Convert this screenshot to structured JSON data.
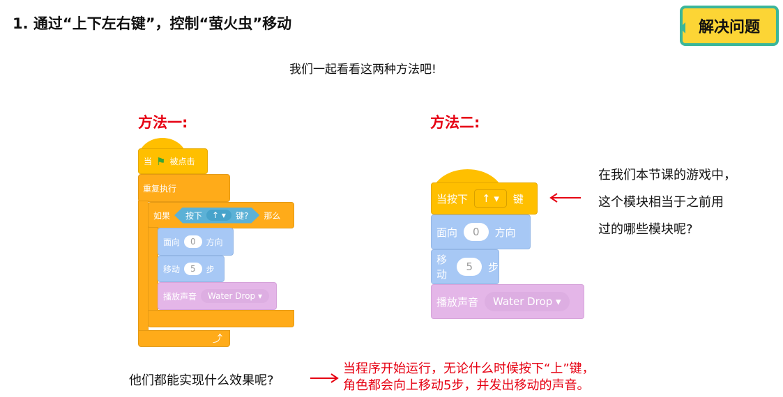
{
  "header": {
    "title": "1. 通过“上下左右键”，控制“萤火虫”移动",
    "solve_button": "解决问题"
  },
  "subtitle": "我们一起看看这两种方法吧!",
  "method1": {
    "label": "方法一:",
    "when_flag": {
      "pre": "当",
      "post": "被点击"
    },
    "forever": "重复执行",
    "if": {
      "pre": "如果",
      "sensing_pre": "按下",
      "key": "↑ ▾",
      "sensing_post": "键?",
      "post": "那么"
    },
    "point": {
      "pre": "面向",
      "value": "0",
      "post": "方向"
    },
    "move": {
      "pre": "移动",
      "value": "5",
      "post": "步"
    },
    "sound": {
      "pre": "播放声音",
      "value": "Water Drop ▾"
    },
    "loop_arrow": "⤴"
  },
  "method2": {
    "label": "方法二:",
    "when_key": {
      "pre": "当按下",
      "key": "↑ ▾",
      "post": "键"
    },
    "point": {
      "pre": "面向",
      "value": "0",
      "post": "方向"
    },
    "move": {
      "pre": "移动",
      "value": "5",
      "post": "步"
    },
    "sound": {
      "pre": "播放声音",
      "value": "Water Drop ▾"
    }
  },
  "note": [
    "在我们本节课的游戏中，",
    "这个模块相当于之前用",
    "过的哪些模块呢?"
  ],
  "question": "他们都能实现什么效果呢?",
  "answer": [
    "当程序开始运行，无论什么时候按下“上”键，",
    "角色都会向上移动5步，并发出移动的声音。"
  ],
  "colors": {
    "accent": "#e60012",
    "events": "#ffbf00",
    "control": "#ffab19",
    "motion": "#a7c8f5",
    "sound": "#e4b6e8"
  }
}
